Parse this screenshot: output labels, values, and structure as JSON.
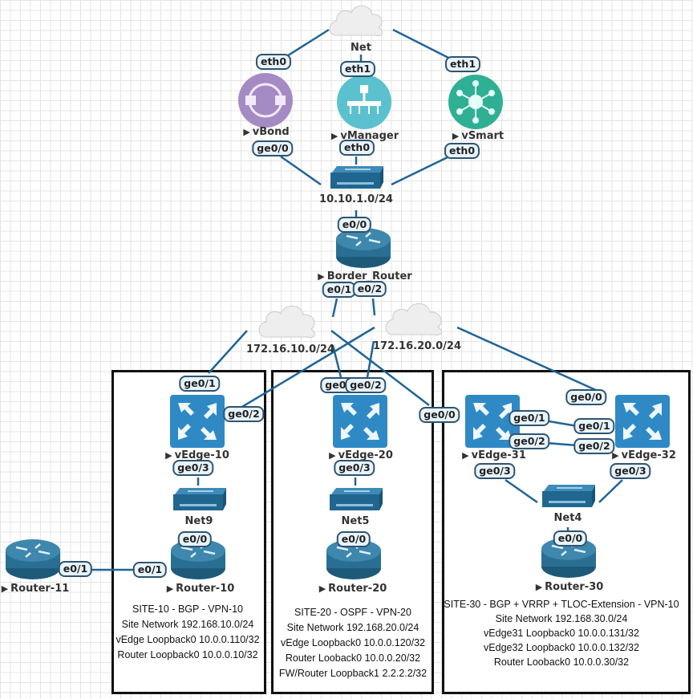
{
  "nodes": {
    "net_cloud": {
      "label": "Net"
    },
    "vbond": {
      "label": "vBond",
      "color": "#a58bc4"
    },
    "vmanager": {
      "label": "vManager",
      "color": "#5bc1cf"
    },
    "vsmart": {
      "label": "vSmart",
      "color": "#2fb094"
    },
    "switch_mgmt": {
      "label": "10.10.1.0/24"
    },
    "border_router": {
      "label": "Border_Router"
    },
    "cloud_172_10": {
      "label": "172.16.10.0/24"
    },
    "cloud_172_20": {
      "label": "172.16.20.0/24"
    },
    "vedge10": {
      "label": "vEdge-10"
    },
    "vedge20": {
      "label": "vEdge-20"
    },
    "vedge31": {
      "label": "vEdge-31"
    },
    "vedge32": {
      "label": "vEdge-32"
    },
    "net9": {
      "label": "Net9"
    },
    "net5": {
      "label": "Net5"
    },
    "net4": {
      "label": "Net4"
    },
    "router10": {
      "label": "Router-10"
    },
    "router11": {
      "label": "Router-11"
    },
    "router20": {
      "label": "Router-20"
    },
    "router30": {
      "label": "Router-30"
    }
  },
  "ports": {
    "vbond_eth0": "eth0",
    "vmanager_eth1": "eth1",
    "vsmart_eth1": "eth1",
    "vbond_ge00": "ge0/0",
    "vmanager_eth0": "eth0",
    "vsmart_eth0": "eth0",
    "br_e00": "e0/0",
    "br_e01": "e0/1",
    "br_e02": "e0/2",
    "ve10_ge01": "ge0/1",
    "ve10_ge02": "ge0/2",
    "ve10_ge03": "ge0/3",
    "ve20_ge01": "ge0/1",
    "ve20_ge02": "ge0/2",
    "ve20_ge03": "ge0/3",
    "ve31_ge00": "ge0/0",
    "ve31_ge01": "ge0/1",
    "ve31_ge02": "ge0/2",
    "ve31_ge03": "ge0/3",
    "ve32_ge00": "ge0/0",
    "ve32_ge01": "ge0/1",
    "ve32_ge02": "ge0/2",
    "ve32_ge03": "ge0/3",
    "r10_e00": "e0/0",
    "r10_e01": "e0/1",
    "r11_e01": "e0/1",
    "r20_e00": "e0/0",
    "r30_e00": "e0/0"
  },
  "sites": {
    "site10": [
      "SITE-10 - BGP - VPN-10",
      "Site Network 192.168.10.0/24",
      "vEdge Loopback0 10.0.0.110/32",
      "Router Loopback0 10.0.0.10/32"
    ],
    "site20": [
      "SITE-20 - OSPF - VPN-20",
      "Site Network 192.168.20.0/24",
      "vEdge Loopback0 10.0.0.120/32",
      "Router Looback0 10.0.0.20/32",
      "FW/Router Loopback1 2.2.2.2/32"
    ],
    "site30": [
      "SITE-30 - BGP + VRRP + TLOC-Extension - VPN-10",
      "Site Network 192.168.30.0/24",
      "vEdge31 Loopback0 10.0.0.131/32",
      "vEdge32 Loopback0 10.0.0.132/32",
      "Router Looback0 10.0.0.30/32"
    ]
  },
  "colors": {
    "link": "#1f6496",
    "device_blue": "#2f89c5",
    "router_blue": "#2a6f93",
    "port_border": "#2e5470"
  }
}
